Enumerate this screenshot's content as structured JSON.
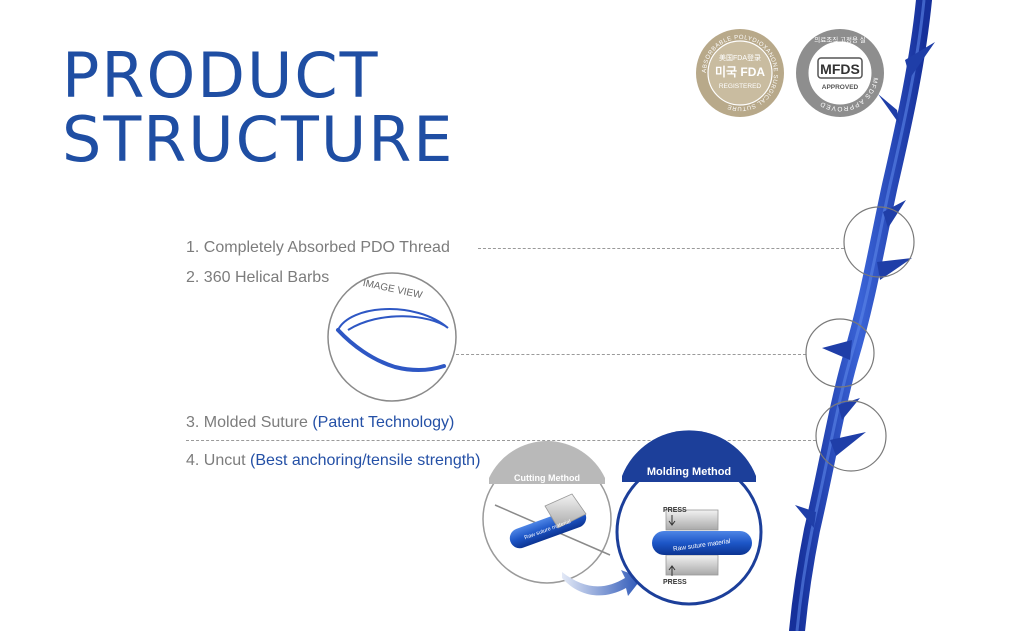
{
  "title": {
    "line1": "PRODUCT",
    "line2": "STRUCTURE"
  },
  "features": [
    {
      "number": "1.",
      "text": "Completely Absorbed PDO Thread",
      "note": ""
    },
    {
      "number": "2.",
      "text": "360 Helical Barbs",
      "note": ""
    },
    {
      "number": "3.",
      "text": "Molded Suture",
      "note": "(Patent Technology)"
    },
    {
      "number": "4.",
      "text": "Uncut",
      "note": "(Best anchoring/tensile strength)"
    }
  ],
  "image_view_label": "IMAGE VIEW",
  "cutting": {
    "title": "Cutting Method",
    "material_label": "Raw suture material"
  },
  "molding": {
    "title": "Molding Method",
    "press_top": "PRESS",
    "press_bottom": "PRESS",
    "material_label": "Raw suture material"
  },
  "badges": {
    "fda": {
      "top": "美国FDA登录",
      "main": "미국 FDA",
      "sub": "REGISTERED",
      "ring": "ABSORBABLE POLYDIOXANONE SURGICAL SUTURE"
    },
    "mfds": {
      "top": "의료조직 고정용 실",
      "main": "MFDS",
      "sub": "APPROVED",
      "ring": "MFDS APPROVED"
    }
  },
  "colors": {
    "brand_blue": "#1f4ea3",
    "text_gray": "#7c7c7c",
    "fda_gold": "#b8a98a",
    "mfds_gray": "#8e8e8e",
    "thread_blue": "#2447b8"
  }
}
